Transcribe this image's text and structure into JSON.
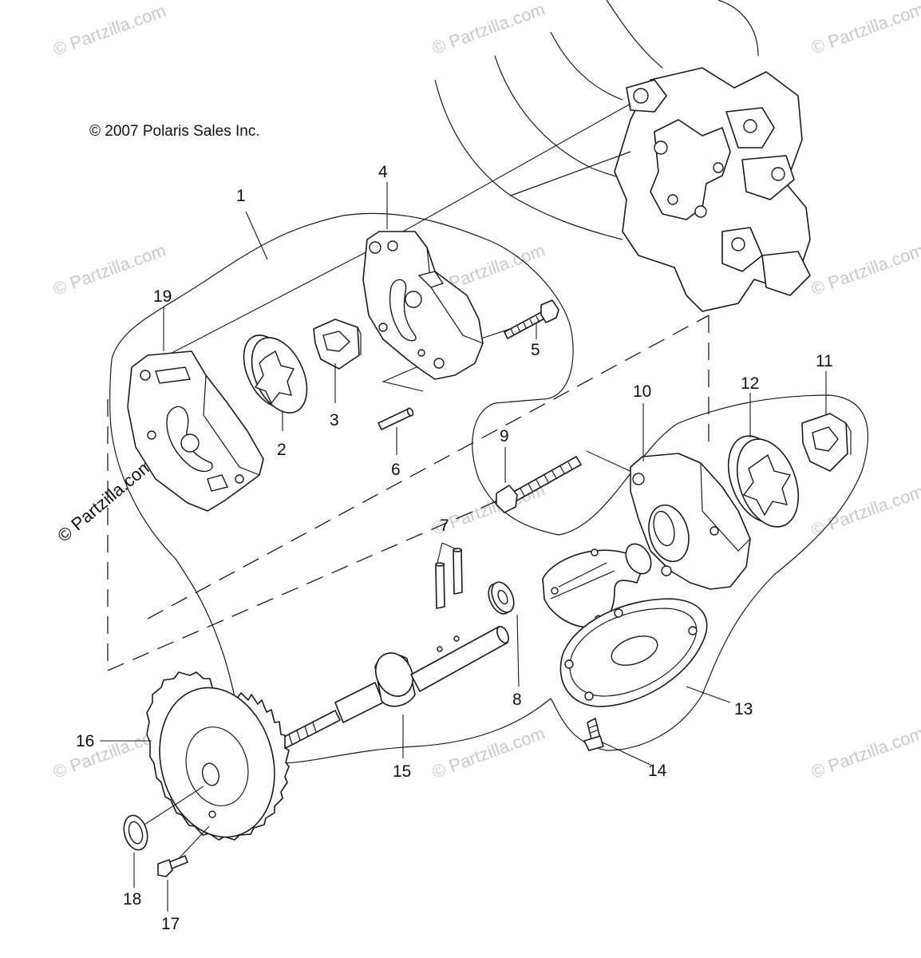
{
  "copyright": "© 2007 Polaris Sales Inc.",
  "watermark": "© Partzilla.com",
  "callouts": {
    "c1": "1",
    "c2": "2",
    "c3": "3",
    "c4": "4",
    "c5": "5",
    "c6": "6",
    "c7": "7",
    "c8": "8",
    "c9": "9",
    "c10": "10",
    "c11": "11",
    "c12": "12",
    "c13": "13",
    "c14": "14",
    "c15": "15",
    "c16": "16",
    "c17": "17",
    "c18": "18",
    "c19": "19"
  }
}
